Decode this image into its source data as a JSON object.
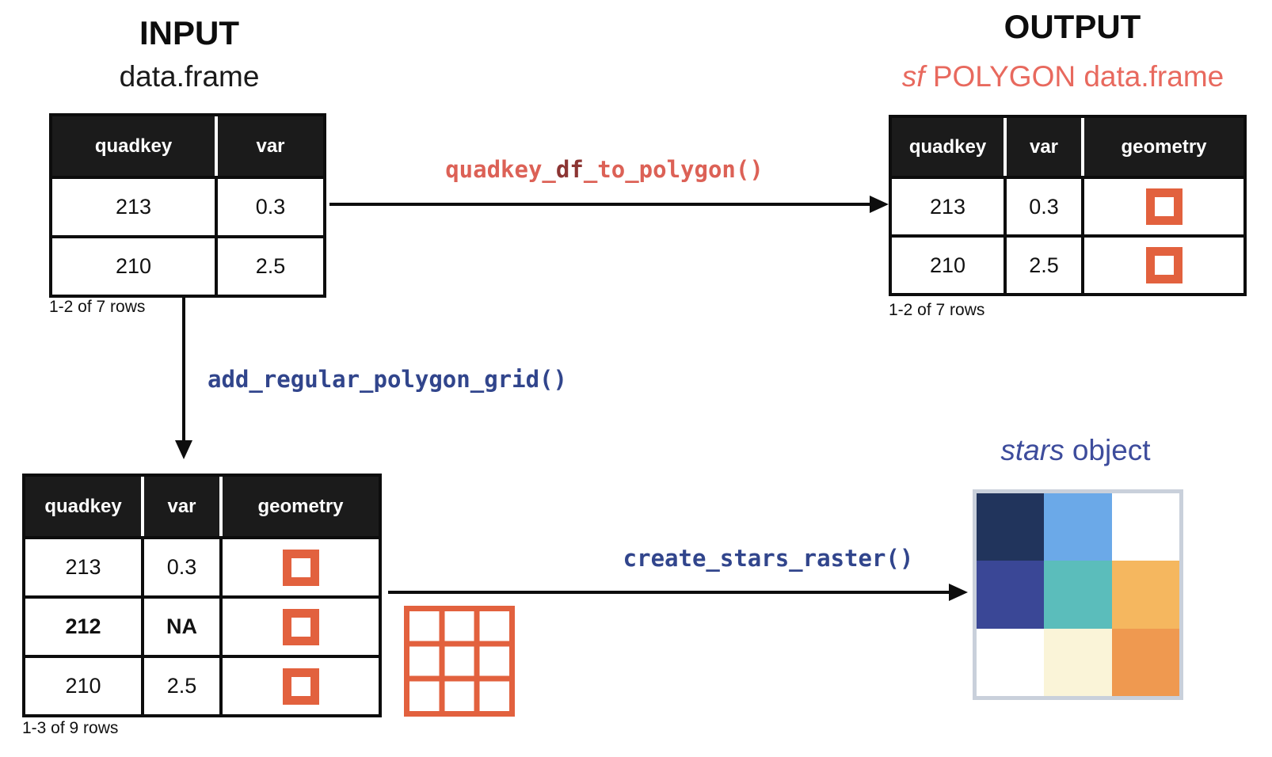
{
  "colors": {
    "coral_title": "#E8695E",
    "code_red": "#DC6156",
    "code_dark_red": "#8C3533",
    "code_blue": "#31458C",
    "stars_title_blue": "#3D4C9C",
    "geometry_orange": "#E2613E",
    "table_header_bg": "#1B1B1B",
    "raster_frame": "#C9D0DB"
  },
  "input": {
    "title": "INPUT",
    "subtitle": "data.frame",
    "headers": [
      "quadkey",
      "var"
    ],
    "rows": [
      [
        "213",
        "0.3"
      ],
      [
        "210",
        "2.5"
      ]
    ],
    "caption": "1-2 of 7 rows"
  },
  "output": {
    "title": "OUTPUT",
    "subtitle_italic": "sf",
    "subtitle_rest": " POLYGON data.frame",
    "headers": [
      "quadkey",
      "var",
      "geometry"
    ],
    "rows": [
      [
        "213",
        "0.3"
      ],
      [
        "210",
        "2.5"
      ]
    ],
    "caption": "1-2 of 7 rows"
  },
  "grid_table": {
    "headers": [
      "quadkey",
      "var",
      "geometry"
    ],
    "rows": [
      [
        "213",
        "0.3"
      ],
      [
        "212",
        "NA"
      ],
      [
        "210",
        "2.5"
      ]
    ],
    "bold_row_index": 1,
    "caption": "1-3 of 9 rows"
  },
  "functions": {
    "to_polygon_pre": "quadkey_",
    "to_polygon_mid": "df",
    "to_polygon_post": "_to_polygon()",
    "add_grid": "add_regular_polygon_grid()",
    "create_raster": "create_stars_raster()"
  },
  "stars": {
    "title_italic": "stars",
    "title_rest": " object",
    "raster": [
      [
        "#21345C",
        "#6BA9E8",
        "#FFFFFF"
      ],
      [
        "#3A4796",
        "#5BBDBB",
        "#F5B75F"
      ],
      [
        "#FFFFFF",
        "#FAF4D8",
        "#EF9950"
      ]
    ]
  }
}
